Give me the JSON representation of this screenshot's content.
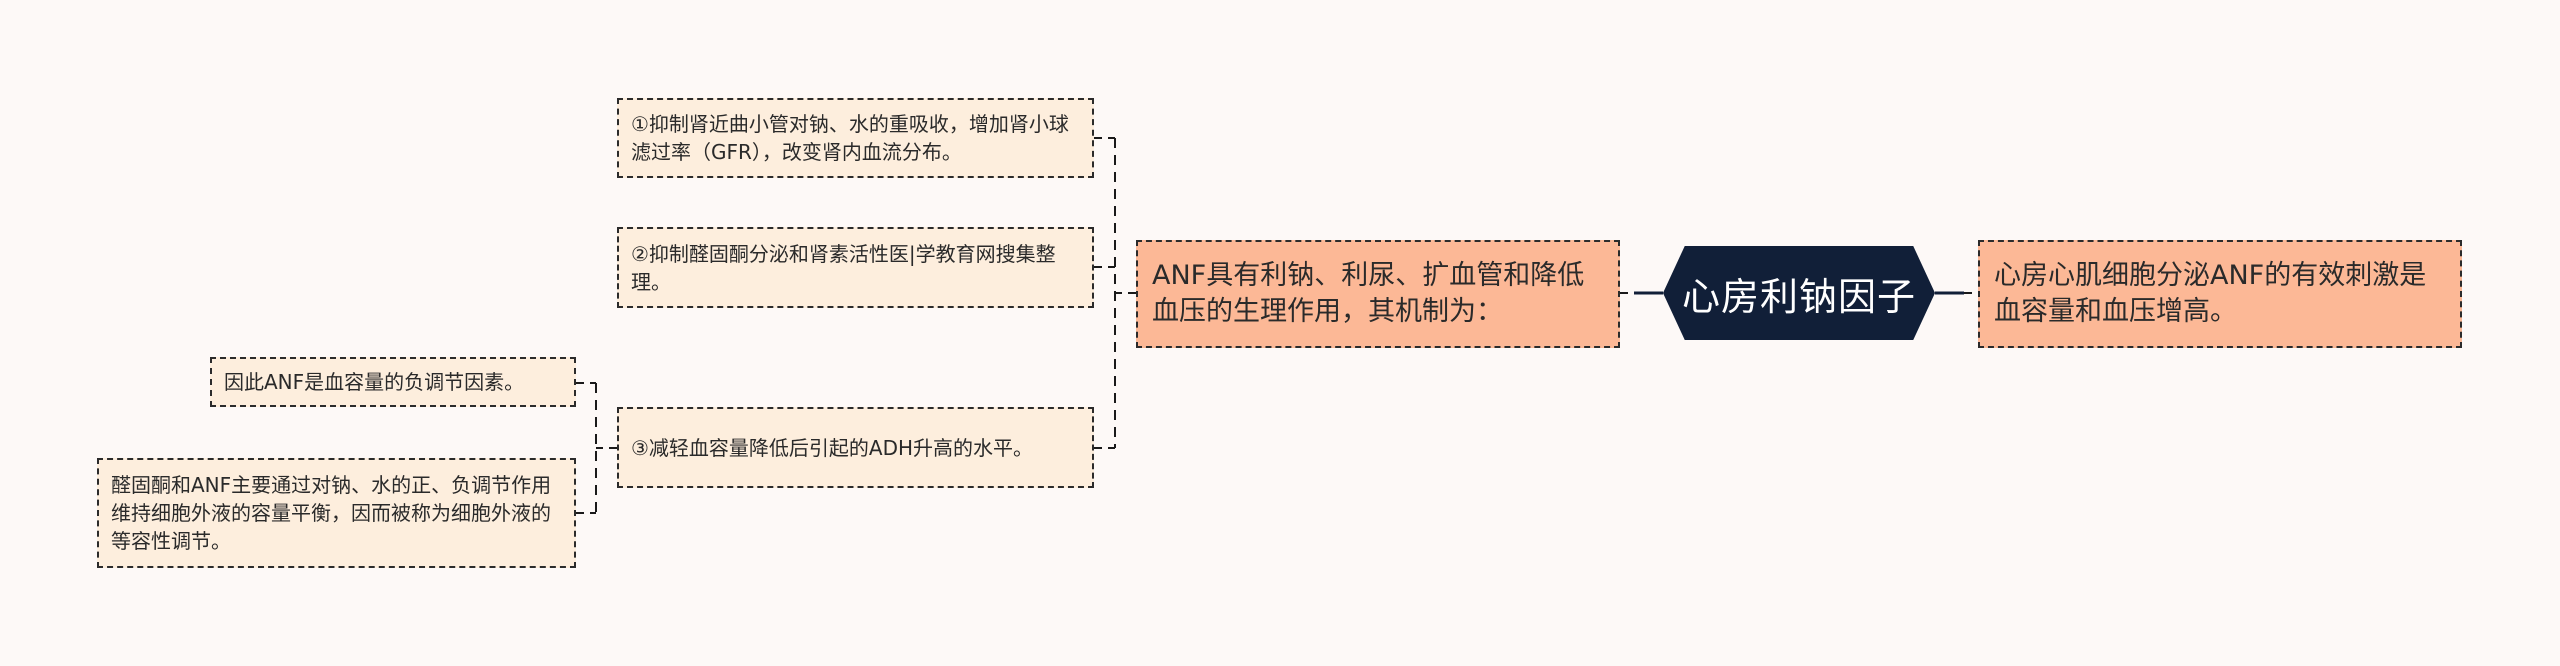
{
  "mindmap": {
    "root": {
      "label": "心房利钠因子"
    },
    "right_node": {
      "label": "心房心肌细胞分泌ANF的有效刺激是血容量和血压增高。"
    },
    "mechanism_node": {
      "label": "ANF具有利钠、利尿、扩血管和降低血压的生理作用，其机制为："
    },
    "mechanisms": [
      {
        "label": "①抑制肾近曲小管对钠、水的重吸收，增加肾小球滤过率（GFR），改变肾内血流分布。"
      },
      {
        "label": "②抑制醛固酮分泌和肾素活性医|学教育网搜集整理。"
      },
      {
        "label": "③减轻血容量降低后引起的ADH升高的水平。"
      }
    ],
    "conclusions": [
      {
        "label": "因此ANF是血容量的负调节因素。"
      },
      {
        "label": "醛固酮和ANF主要通过对钠、水的正、负调节作用维持细胞外液的容量平衡，因而被称为细胞外液的等容性调节。"
      }
    ],
    "colors": {
      "background": "#fdf9f7",
      "root_fill": "#111f38",
      "root_text": "#ffffff",
      "main_node_fill": "#fcb896",
      "sub_node_fill": "#fdeedd",
      "border": "#2b2b2b",
      "connector": "#1a1a1a"
    }
  }
}
